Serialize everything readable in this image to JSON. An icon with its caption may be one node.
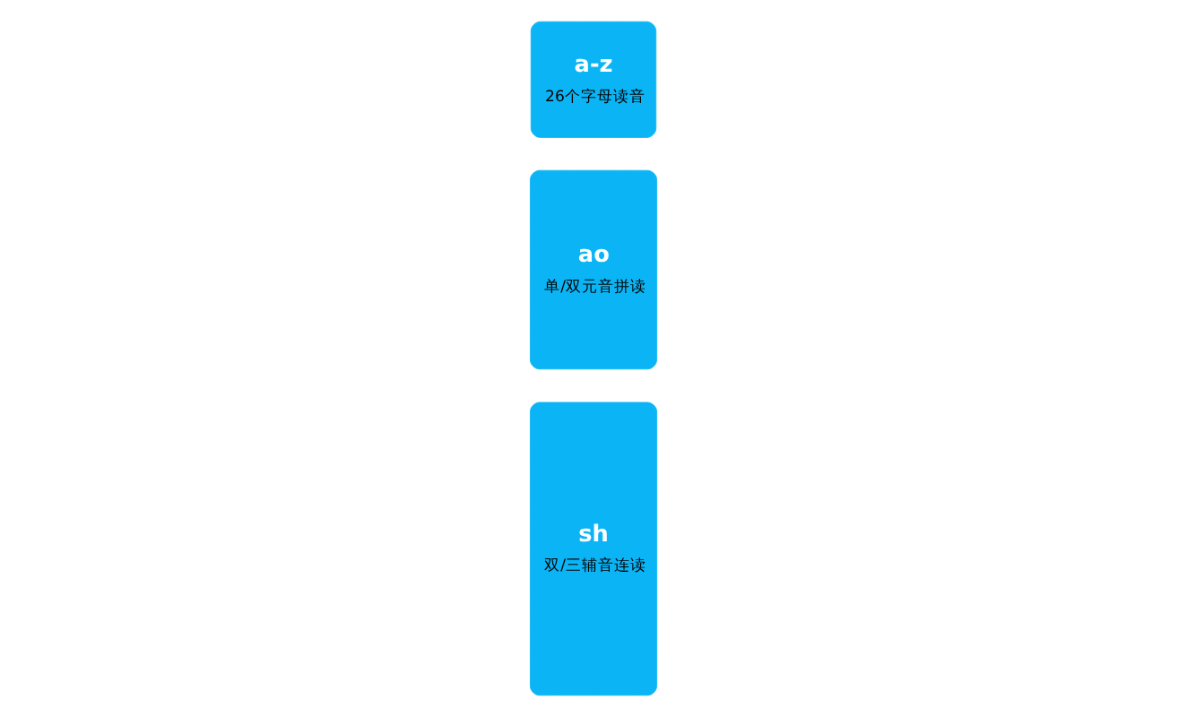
{
  "diagram": {
    "nodes": [
      {
        "text": [
          "a-z",
          "26个字母读音"
        ]
      },
      {
        "text": [
          "ao",
          "单/双元音拼读"
        ]
      },
      {
        "text": [
          "sh",
          "双/三辅音连读"
        ]
      }
    ]
  }
}
